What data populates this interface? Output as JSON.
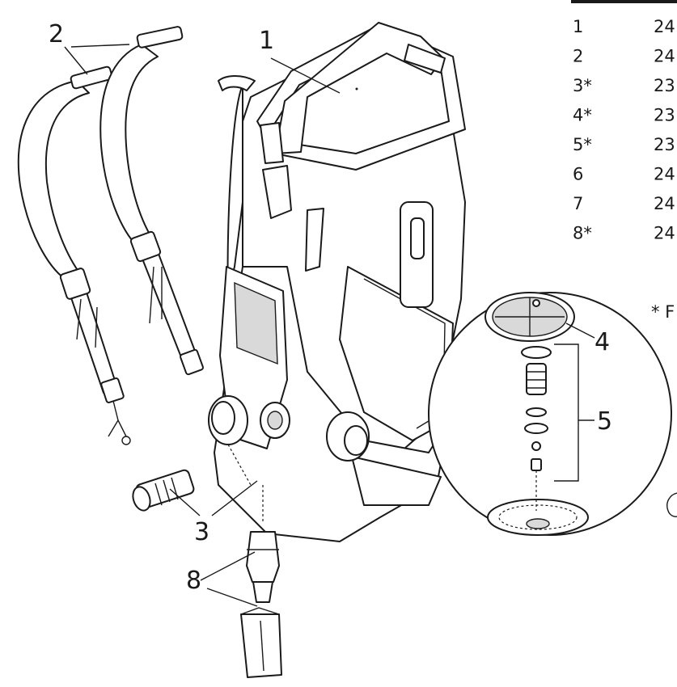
{
  "diagram": {
    "callouts": [
      "1",
      "2",
      "3",
      "4",
      "5",
      "8"
    ],
    "parts_table": {
      "rows": [
        {
          "item": "1",
          "part": "24"
        },
        {
          "item": "2",
          "part": "24"
        },
        {
          "item": "3*",
          "part": "23"
        },
        {
          "item": "4*",
          "part": "23"
        },
        {
          "item": "5*",
          "part": "23"
        },
        {
          "item": "6",
          "part": "24"
        },
        {
          "item": "7",
          "part": "24"
        },
        {
          "item": "8*",
          "part": "24"
        }
      ],
      "footnote": "* F"
    }
  }
}
